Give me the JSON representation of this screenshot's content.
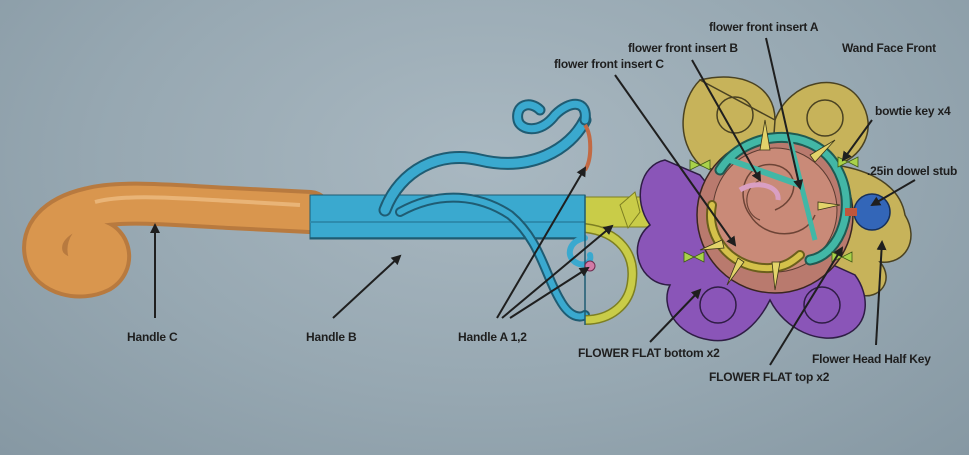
{
  "labels": {
    "handle_c": "Handle C",
    "handle_b": "Handle B",
    "handle_a": "Handle A 1,2",
    "flower_front_insert_a": "flower front insert A",
    "flower_front_insert_b": "flower front insert B",
    "flower_front_insert_c": "flower front insert C",
    "wand_face_front": "Wand Face Front",
    "bowtie_key": "bowtie key x4",
    "dowel_stub": ".25in dowel stub",
    "flower_flat_bottom": "FLOWER FLAT bottom x2",
    "flower_flat_top": "FLOWER FLAT top x2",
    "flower_head_half_key": "Flower Head Half Key"
  },
  "colors": {
    "handle_c": "#d9964e",
    "handle_b": "#3aa9cf",
    "handle_a": "#c9cc48",
    "flower_flat_top": "#c7b35a",
    "flower_flat_bottom": "#8a55b8",
    "flower_center": "#c98a78",
    "insert_teal": "#42b7a6",
    "dowel": "#3366b8",
    "arrow": "#1f1f1f"
  }
}
